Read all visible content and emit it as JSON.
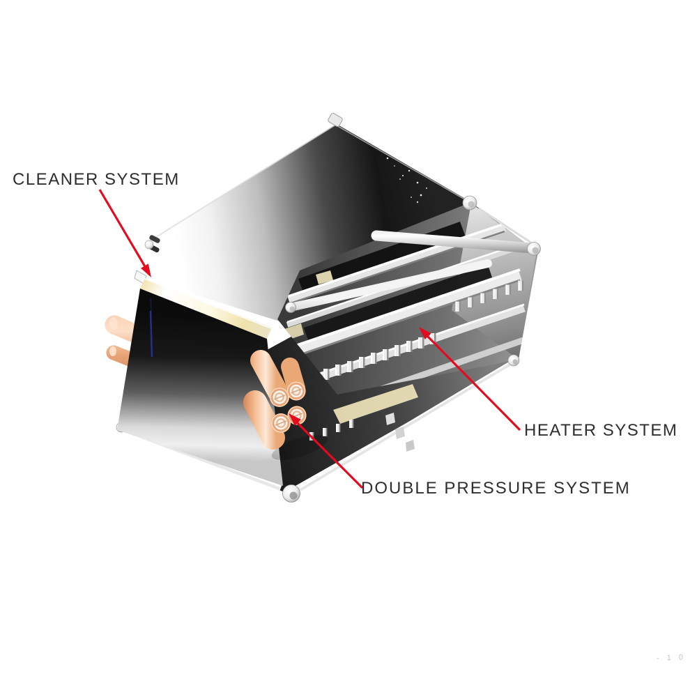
{
  "page": {
    "background_color": "#ffffff",
    "faint_corner_mark": "- 1 0"
  },
  "annotations": {
    "text_color": "#2e2e2e",
    "arrow_color": "#e30b1e",
    "cleaner": {
      "label": "CLEANER SYSTEM"
    },
    "heater": {
      "label": "HEATER SYSTEM"
    },
    "double_pressure": {
      "label": "DOUBLE PRESSURE SYSTEM"
    }
  },
  "machine": {
    "colors": {
      "metal_highlight": "#ffffff",
      "metal_dark": "#141414",
      "cream_stripe": "#f0e3ae",
      "pressure_roller_copper": "#f0b08a",
      "detail_blue": "#27328f"
    }
  }
}
